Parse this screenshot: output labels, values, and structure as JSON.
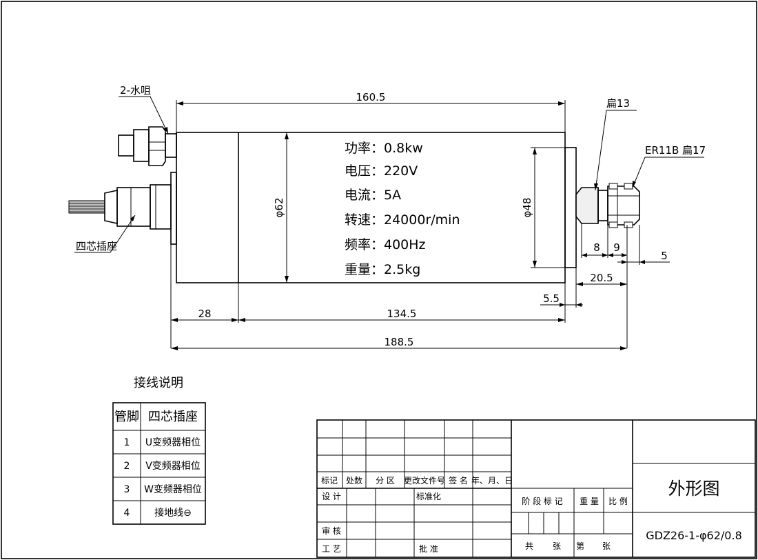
{
  "dimensions": {
    "overall_motor_length": "160.5",
    "nozzle_label": "2-水咀",
    "connector_label": "四芯插座",
    "body_diameter": "φ62",
    "nose_diameter": "φ48",
    "flat_13": "扁13",
    "collet": "ER11B 扁17",
    "dim_8": "8",
    "dim_9": "9",
    "dim_5": "5",
    "dim_20_5": "20.5",
    "dim_5_5": "5.5",
    "dim_28": "28",
    "dim_134_5": "134.5",
    "dim_188_5": "188.5"
  },
  "specs": [
    "功率：0.8kw",
    "电压：220V",
    "电流：5A",
    "转速：24000r/min",
    "频率：400Hz",
    "重量：2.5kg"
  ],
  "wiring": {
    "title": "接线说明",
    "headers": [
      "管脚",
      "四芯插座"
    ],
    "rows": [
      {
        "pin": "1",
        "desc": "U变频器相位"
      },
      {
        "pin": "2",
        "desc": "V变频器相位"
      },
      {
        "pin": "3",
        "desc": "W变频器相位"
      },
      {
        "pin": "4",
        "desc": "接地线⊖"
      }
    ]
  },
  "title_block": {
    "col_biaoji": "标记",
    "col_chushu": "处数",
    "col_fenqu": "分 区",
    "col_gengai": "更改文件号",
    "col_qianming": "签 名",
    "col_date": "年、月、日",
    "sheji": "设 计",
    "biaozhunhua": "标准化",
    "shenhe": "审 核",
    "gongyi": "工 艺",
    "pizhun": "批 准",
    "jieduan": "阶 段 标 记",
    "zhongliang": "重 量",
    "bili": "比 例",
    "gong": "共",
    "zhang1": "张",
    "di": "第",
    "zhang2": "张",
    "drawing_name": "外形图",
    "drawing_code": "GDZ26-1-φ62/0.8"
  }
}
